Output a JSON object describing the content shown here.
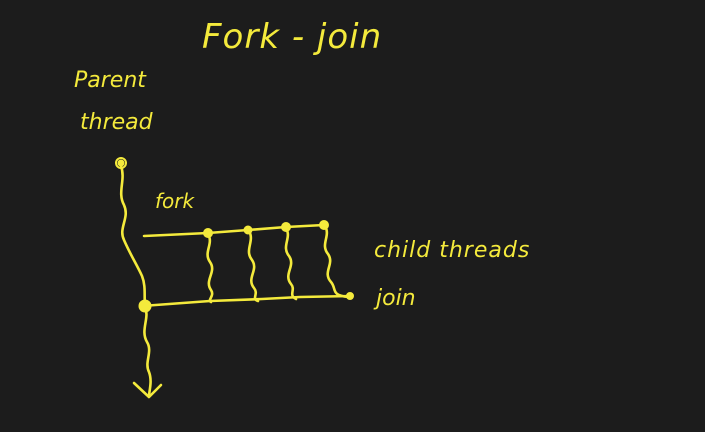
{
  "title": "Fork - join",
  "labels": {
    "parent_line1": "Parent",
    "parent_line2": "thread",
    "fork": "fork",
    "child_threads": "child threads",
    "join": "join"
  },
  "colors": {
    "background": "#1c1c1c",
    "ink": "#f4ea3c"
  }
}
